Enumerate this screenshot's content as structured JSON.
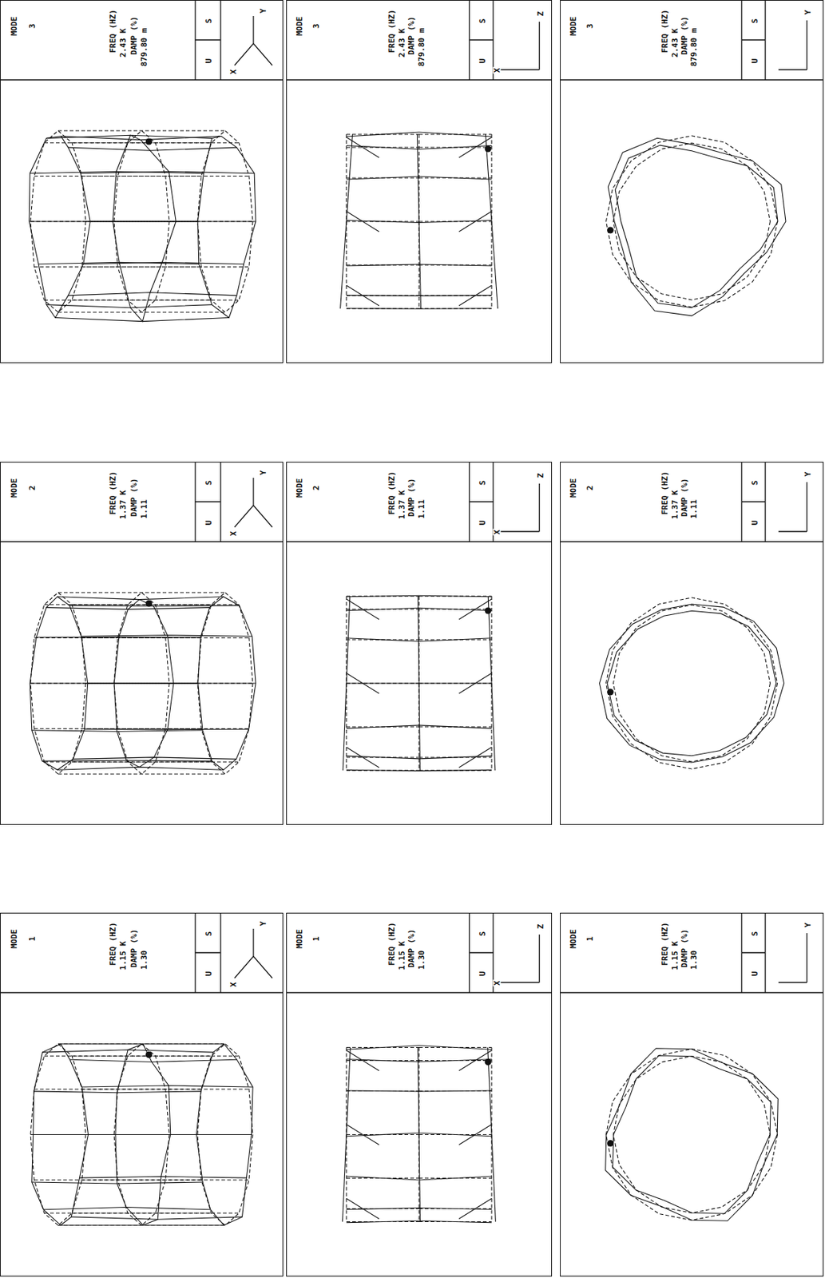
{
  "diagram": {
    "nodes": [
      {
        "text": [
          "MODE",
          "3",
          "FREQ (HZ)",
          "2.43 K",
          "DAMP (%)",
          "879.80 m",
          "U",
          "S",
          "Y",
          "X"
        ]
      },
      {
        "text": [
          "MODE",
          "3",
          "FREQ (HZ)",
          "2.43 K",
          "DAMP (%)",
          "879.80 m",
          "U",
          "S",
          "Z",
          "X"
        ]
      },
      {
        "text": [
          "MODE",
          "3",
          "FREQ (HZ)",
          "2.43 K",
          "DAMP (%)",
          "879.80 m",
          "U",
          "S",
          "Y"
        ]
      },
      {
        "text": [
          "MODE",
          "2",
          "FREQ (HZ)",
          "1.37 K",
          "DAMP (%)",
          "1.11",
          "U",
          "S",
          "Y",
          "X"
        ]
      },
      {
        "text": [
          "MODE",
          "2",
          "FREQ (HZ)",
          "1.37 K",
          "DAMP (%)",
          "1.11",
          "U",
          "S",
          "Z",
          "X"
        ]
      },
      {
        "text": [
          "MODE",
          "2",
          "FREQ (HZ)",
          "1.37 K",
          "DAMP (%)",
          "1.11",
          "U",
          "S",
          "Y"
        ]
      },
      {
        "text": [
          "MODE",
          "1",
          "FREQ (HZ)",
          "1.15 K",
          "DAMP (%)",
          "1.30",
          "U",
          "S",
          "Y",
          "X"
        ]
      },
      {
        "text": [
          "MODE",
          "1",
          "FREQ (HZ)",
          "1.15 K",
          "DAMP (%)",
          "1.30",
          "U",
          "S",
          "Z",
          "X"
        ]
      },
      {
        "text": [
          "MODE",
          "1",
          "FREQ (HZ)",
          "1.15 K",
          "DAMP (%)",
          "1.30",
          "U",
          "S",
          "Y"
        ]
      }
    ]
  }
}
